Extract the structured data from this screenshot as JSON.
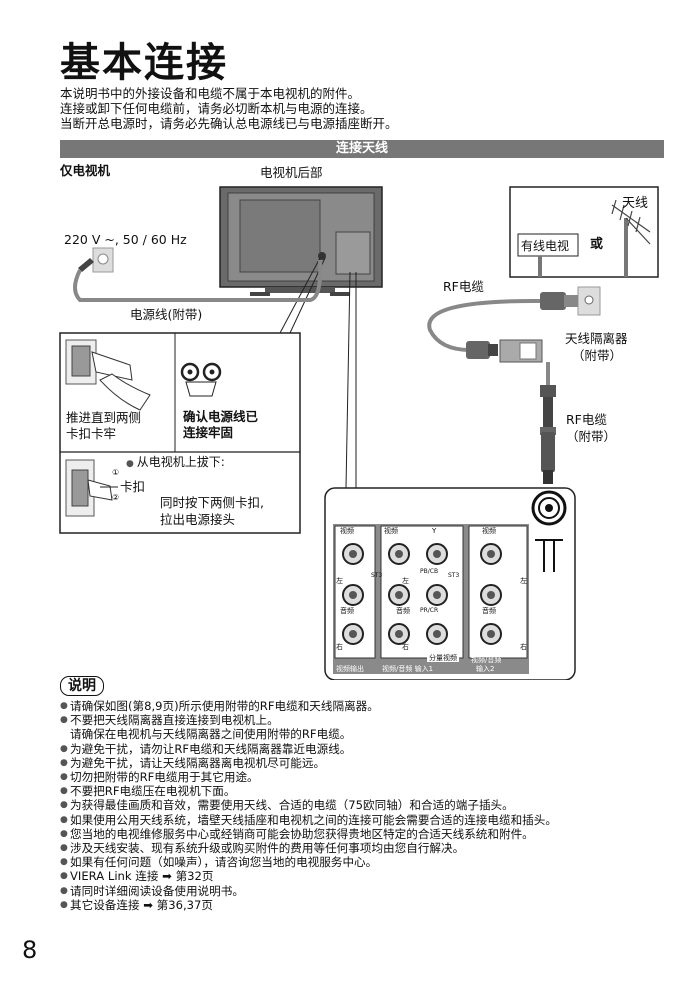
{
  "title": "基本连接",
  "intro": [
    "本说明书中的外接设备和电缆不属于本电视机的附件。",
    "连接或卸下任何电缆前，请务必切断本机与电源的连接。",
    "当断开总电源时，请务必先确认总电源线已与电源插座断开。"
  ],
  "section_title": "连接天线",
  "diagram": {
    "tv_only": "仅电视机",
    "tv_rear": "电视机后部",
    "power_spec": "220 V ~, 50 / 60 Hz",
    "power_cord": "电源线(附带)",
    "push_in": [
      "推进直到两侧",
      "卡扣卡牢"
    ],
    "confirm": [
      "确认电源线已",
      "连接牢固"
    ],
    "unplug_title": "从电视机上拔下:",
    "clip": "卡扣",
    "unplug_desc": [
      "同时按下两侧卡扣,",
      "拉出电源接头"
    ],
    "antenna": "天线",
    "cable_tv": "有线电视",
    "or": "或",
    "rf_cable": "RF电缆",
    "isolator": [
      "天线隔离器",
      "（附带）"
    ],
    "rf_cable_supplied": [
      "RF电缆",
      "（附带）"
    ],
    "panel": {
      "video": "视频",
      "audio": "音频",
      "left": "左",
      "right": "右",
      "y": "Y",
      "pb": "PB/CB",
      "pr": "PR/CR",
      "st3": "ST3",
      "component": "分量视频",
      "video_out": "视频输出",
      "av_in1": "视频/音频 输入1",
      "av_in2": [
        "视频/音频",
        "输入2"
      ]
    }
  },
  "notes_title": "说明",
  "notes": [
    {
      "text": "请确保如图(第8,9页)所示使用附带的RF电缆和天线隔离器。",
      "bullet": true
    },
    {
      "text": "不要把天线隔离器直接连接到电视机上。",
      "bullet": true
    },
    {
      "text": "请确保在电视机与天线隔离器之间使用附带的RF电缆。",
      "bullet": false
    },
    {
      "text": "为避免干扰，请勿让RF电缆和天线隔离器靠近电源线。",
      "bullet": true
    },
    {
      "text": "为避免干扰，请让天线隔离器离电视机尽可能远。",
      "bullet": true
    },
    {
      "text": "切勿把附带的RF电缆用于其它用途。",
      "bullet": true
    },
    {
      "text": "不要把RF电缆压在电视机下面。",
      "bullet": true
    },
    {
      "text": "为获得最佳画质和音效，需要使用天线、合适的电缆（75欧同轴）和合适的端子插头。",
      "bullet": true
    },
    {
      "text": "如果使用公用天线系统，墙壁天线插座和电视机之间的连接可能会需要合适的连接电缆和插头。",
      "bullet": true
    },
    {
      "text": "您当地的电视维修服务中心或经销商可能会协助您获得贵地区特定的合适天线系统和附件。",
      "bullet": true
    },
    {
      "text": "涉及天线安装、现有系统升级或购买附件的费用等任何事项均由您自行解决。",
      "bullet": true
    },
    {
      "text": "如果有任何问题（如噪声），请咨询您当地的电视服务中心。",
      "bullet": true
    },
    {
      "text": "VIERA Link 连接 ➡ 第32页",
      "bullet": true
    },
    {
      "text": "请同时详细阅读设备使用说明书。",
      "bullet": true
    },
    {
      "text": "其它设备连接 ➡ 第36,37页",
      "bullet": true
    }
  ],
  "page_number": "8"
}
